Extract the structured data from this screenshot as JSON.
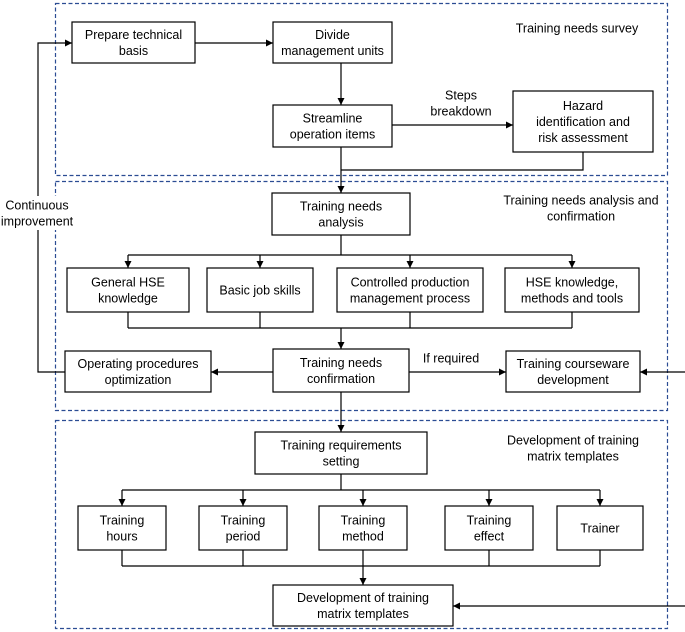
{
  "diagram": {
    "regions": {
      "survey": {
        "label": [
          "Training needs survey"
        ]
      },
      "analysis": {
        "label": [
          "Training needs analysis and",
          "confirmation"
        ]
      },
      "development": {
        "label": [
          "Development of training",
          "matrix templates"
        ]
      }
    },
    "nodes": {
      "prepare_technical_basis": [
        "Prepare technical",
        "basis"
      ],
      "divide_management_units": [
        "Divide",
        "management units"
      ],
      "streamline_operation_items": [
        "Streamline",
        "operation items"
      ],
      "hazard_identification": [
        "Hazard",
        "identification and",
        "risk assessment"
      ],
      "training_needs_analysis": [
        "Training needs",
        "analysis"
      ],
      "general_hse_knowledge": [
        "General HSE",
        "knowledge"
      ],
      "basic_job_skills": [
        "Basic job skills"
      ],
      "controlled_production": [
        "Controlled production",
        "management process"
      ],
      "hse_knowledge_tools": [
        "HSE knowledge,",
        "methods and tools"
      ],
      "training_needs_confirmation": [
        "Training needs",
        "confirmation"
      ],
      "operating_procedures": [
        "Operating procedures",
        "optimization"
      ],
      "training_courseware": [
        "Training courseware",
        "development"
      ],
      "training_requirements": [
        "Training requirements",
        "setting"
      ],
      "training_hours": [
        "Training",
        "hours"
      ],
      "training_period": [
        "Training",
        "period"
      ],
      "training_method": [
        "Training",
        "method"
      ],
      "training_effect": [
        "Training",
        "effect"
      ],
      "trainer": [
        "Trainer"
      ],
      "matrix_templates": [
        "Development of training",
        "matrix templates"
      ]
    },
    "edge_labels": {
      "steps_breakdown": [
        "Steps",
        "breakdown"
      ],
      "if_required": [
        "If required"
      ],
      "continuous_improvement": [
        "Continuous",
        "improvement"
      ]
    }
  },
  "colors": {
    "region_border": "#2b4c93",
    "line": "#000000",
    "box_fill": "#ffffff"
  }
}
